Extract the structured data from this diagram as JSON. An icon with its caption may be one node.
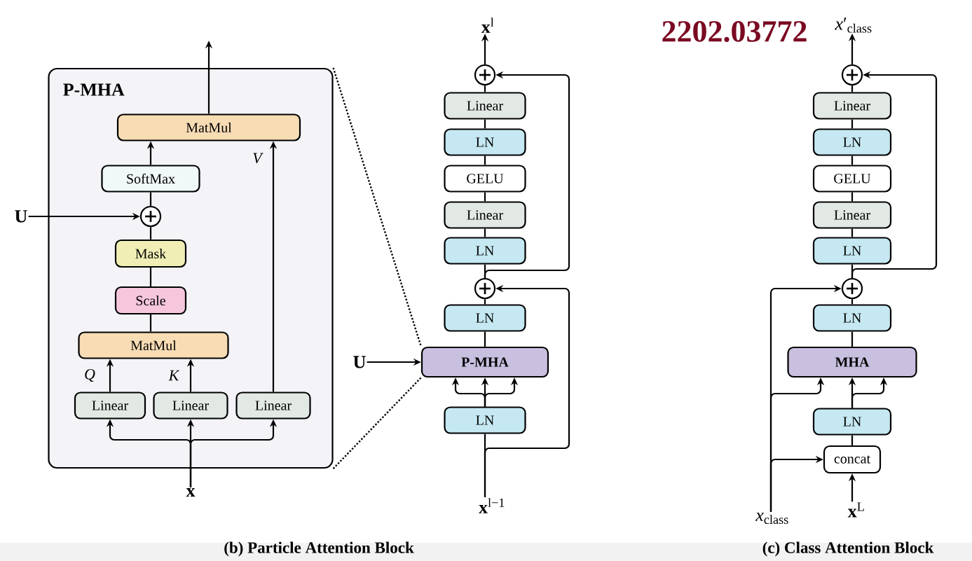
{
  "diagram": {
    "nodes": [
      {
        "text": [
          "P-MHA"
        ]
      },
      {
        "text": [
          "MatMul"
        ],
        "in": 0
      },
      {
        "text": [
          "SoftMax"
        ],
        "in": 0
      },
      {
        "text": [],
        "shape": "circle",
        "in": 0
      },
      {
        "text": [
          "Mask"
        ],
        "in": 0
      },
      {
        "text": [
          "Scale"
        ],
        "in": 0
      },
      {
        "text": [
          "MatMul"
        ],
        "in": 0
      },
      {
        "text": [
          "Linear"
        ],
        "in": 0
      },
      {
        "text": [
          "Linear"
        ],
        "in": 0
      },
      {
        "text": [
          "Linear"
        ],
        "in": 0
      },
      {
        "text": [
          "U"
        ]
      },
      {
        "text": [
          "x"
        ]
      },
      {
        "text": [],
        "shape": "circle"
      },
      {
        "text": [
          "Linear"
        ]
      },
      {
        "text": [
          "LN"
        ]
      },
      {
        "text": [
          "GELU"
        ]
      },
      {
        "text": [
          "Linear"
        ]
      },
      {
        "text": [
          "LN"
        ]
      },
      {
        "text": [],
        "shape": "circle"
      },
      {
        "text": [
          "LN"
        ]
      },
      {
        "text": [
          "P-MHA"
        ]
      },
      {
        "text": [
          "LN"
        ]
      },
      {
        "text": [
          "**x**$^{l}$"
        ]
      },
      {
        "text": [
          "**x**$^{l−1}$"
        ]
      },
      {
        "text": [
          "U"
        ]
      },
      {
        "text": [],
        "shape": "circle"
      },
      {
        "text": [
          "Linear"
        ]
      },
      {
        "text": [
          "LN"
        ]
      },
      {
        "text": [
          "GELU"
        ]
      },
      {
        "text": [
          "Linear"
        ]
      },
      {
        "text": [
          "LN"
        ]
      },
      {
        "text": [],
        "shape": "circle"
      },
      {
        "text": [
          "LN"
        ]
      },
      {
        "text": [
          "MHA"
        ]
      },
      {
        "text": [
          "LN"
        ]
      },
      {
        "text": [
          "concat"
        ]
      },
      {
        "text": [
          "*x*′$_{class}$"
        ]
      },
      {
        "text": [
          "*x*$_{class}$"
        ]
      },
      {
        "text": [
          "**x**$^{L}$"
        ]
      }
    ],
    "edges": [
      {
        "from": 1,
        "to": null,
        "arrow": "to"
      },
      {
        "from": 2,
        "to": 1,
        "arrow": "to"
      },
      {
        "from": 3,
        "to": 2,
        "arrow": "none"
      },
      {
        "from": 10,
        "to": 3,
        "arrow": "to"
      },
      {
        "from": 4,
        "to": 3,
        "arrow": "none"
      },
      {
        "from": 5,
        "to": 4,
        "arrow": "none"
      },
      {
        "from": 6,
        "to": 5,
        "arrow": "none"
      },
      {
        "from": 7,
        "to": 6,
        "arrow": "to",
        "label": "Q"
      },
      {
        "from": 8,
        "to": 6,
        "arrow": "to",
        "label": "K"
      },
      {
        "from": 9,
        "to": 1,
        "arrow": "to",
        "label": "V"
      },
      {
        "from": 11,
        "to": 8,
        "arrow": "to"
      },
      {
        "from": 11,
        "to": 7,
        "arrow": "to"
      },
      {
        "from": 11,
        "to": 9,
        "arrow": "to"
      },
      {
        "from": 12,
        "to": 22,
        "arrow": "to"
      },
      {
        "from": 13,
        "to": 12,
        "arrow": "none"
      },
      {
        "from": 14,
        "to": 13,
        "arrow": "none"
      },
      {
        "from": 15,
        "to": 14,
        "arrow": "none"
      },
      {
        "from": 16,
        "to": 15,
        "arrow": "none"
      },
      {
        "from": 17,
        "to": 16,
        "arrow": "none"
      },
      {
        "from": 18,
        "to": 17,
        "arrow": "none"
      },
      {
        "from": 18,
        "to": 12,
        "arrow": "to"
      },
      {
        "from": 19,
        "to": 18,
        "arrow": "none"
      },
      {
        "from": 20,
        "to": 19,
        "arrow": "none"
      },
      {
        "from": 24,
        "to": 20,
        "arrow": "to"
      },
      {
        "from": 21,
        "to": 20,
        "arrow": "to"
      },
      {
        "from": 21,
        "to": 20,
        "arrow": "to"
      },
      {
        "from": 21,
        "to": 20,
        "arrow": "to"
      },
      {
        "from": 23,
        "to": 21,
        "arrow": "none"
      },
      {
        "from": 23,
        "to": 18,
        "arrow": "to"
      },
      {
        "from": 0,
        "to": 20,
        "arrow": "none",
        "style": "dashed"
      },
      {
        "from": 0,
        "to": 20,
        "arrow": "none",
        "style": "dashed"
      },
      {
        "from": 25,
        "to": 36,
        "arrow": "to"
      },
      {
        "from": 26,
        "to": 25,
        "arrow": "none"
      },
      {
        "from": 27,
        "to": 26,
        "arrow": "none"
      },
      {
        "from": 28,
        "to": 27,
        "arrow": "none"
      },
      {
        "from": 29,
        "to": 28,
        "arrow": "none"
      },
      {
        "from": 30,
        "to": 29,
        "arrow": "none"
      },
      {
        "from": 31,
        "to": 30,
        "arrow": "none"
      },
      {
        "from": 31,
        "to": 25,
        "arrow": "to"
      },
      {
        "from": 32,
        "to": 31,
        "arrow": "none"
      },
      {
        "from": 33,
        "to": 32,
        "arrow": "none"
      },
      {
        "from": 34,
        "to": 33,
        "arrow": "to"
      },
      {
        "from": 34,
        "to": 33,
        "arrow": "to"
      },
      {
        "from": 37,
        "to": 33,
        "arrow": "to"
      },
      {
        "from": 37,
        "to": 31,
        "arrow": "to"
      },
      {
        "from": 37,
        "to": 35,
        "arrow": "to"
      },
      {
        "from": 35,
        "to": 34,
        "arrow": "none"
      },
      {
        "from": 38,
        "to": 35,
        "arrow": "to"
      }
    ],
    "labels": [
      "2202.03772",
      "(b) Particle Attention Block",
      "(c) Class Attention Block"
    ]
  }
}
